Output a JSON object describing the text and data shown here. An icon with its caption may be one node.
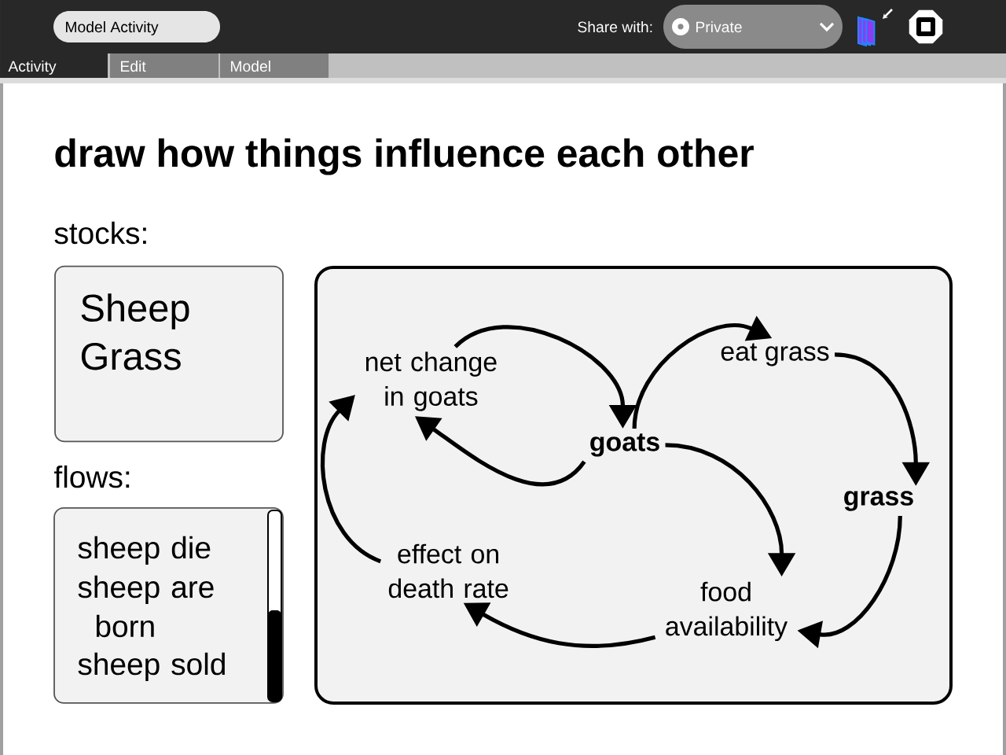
{
  "diagram": {
    "title": "draw how things influence each other",
    "nodes": [
      {
        "text": [
          "stocks:",
          "Sheep",
          "Grass"
        ]
      },
      {
        "text": [
          "flows:",
          "sheep die",
          "sheep are born",
          "sheep sold"
        ]
      },
      {
        "text": [],
        "shape": "box"
      },
      {
        "text": [
          "net change in goats"
        ],
        "in": 2
      },
      {
        "text": [
          "goats"
        ],
        "in": 2
      },
      {
        "text": [
          "eat grass"
        ],
        "in": 2
      },
      {
        "text": [
          "grass"
        ],
        "in": 2
      },
      {
        "text": [
          "effect on death rate"
        ],
        "in": 2
      },
      {
        "text": [
          "food availability"
        ],
        "in": 2
      }
    ],
    "edges": [
      {
        "from": 3,
        "to": 4,
        "arrow": "to"
      },
      {
        "from": 4,
        "to": 3,
        "arrow": "to"
      },
      {
        "from": 4,
        "to": 5,
        "arrow": "to"
      },
      {
        "from": 5,
        "to": 6,
        "arrow": "to"
      },
      {
        "from": 4,
        "to": 8,
        "arrow": "to"
      },
      {
        "from": 6,
        "to": 8,
        "arrow": "to"
      },
      {
        "from": 8,
        "to": 7,
        "arrow": "to"
      },
      {
        "from": 7,
        "to": 3,
        "arrow": "to"
      }
    ],
    "labels": [
      "Model Activity",
      "Share with:",
      "Private",
      "Activity",
      "Edit",
      "Model"
    ]
  }
}
